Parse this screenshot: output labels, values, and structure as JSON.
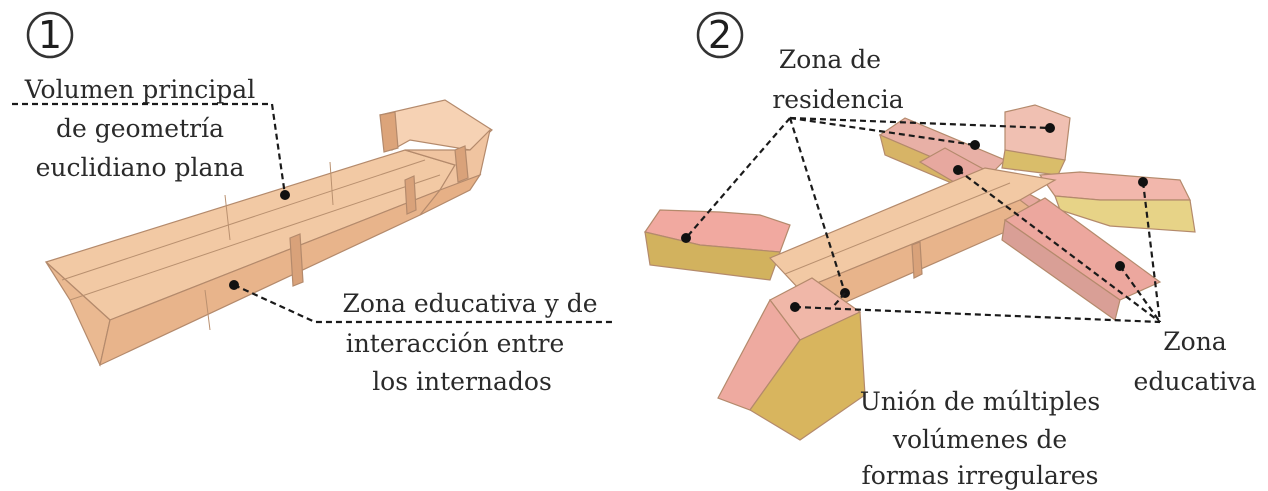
{
  "panels": [
    {
      "number": "1",
      "labels": {
        "main_volume": [
          "Volumen principal",
          "de geometría",
          "euclidiano plana"
        ],
        "education_zone": [
          "Zona educativa y de",
          "interacción entre",
          "los internados"
        ]
      }
    },
    {
      "number": "2",
      "labels": {
        "residence_zone": [
          "Zona de",
          "residencia"
        ],
        "education_zone": [
          "Zona",
          "educativa"
        ],
        "union": [
          "Unión de múltiples",
          "volúmenes de",
          "formas irregulares"
        ]
      }
    }
  ],
  "colors": {
    "peach_top": "#f2c9a4",
    "peach_side": "#e7b38c",
    "pink": "#e8a79e",
    "olive": "#d4b55e",
    "line": "#1a1a1a"
  }
}
